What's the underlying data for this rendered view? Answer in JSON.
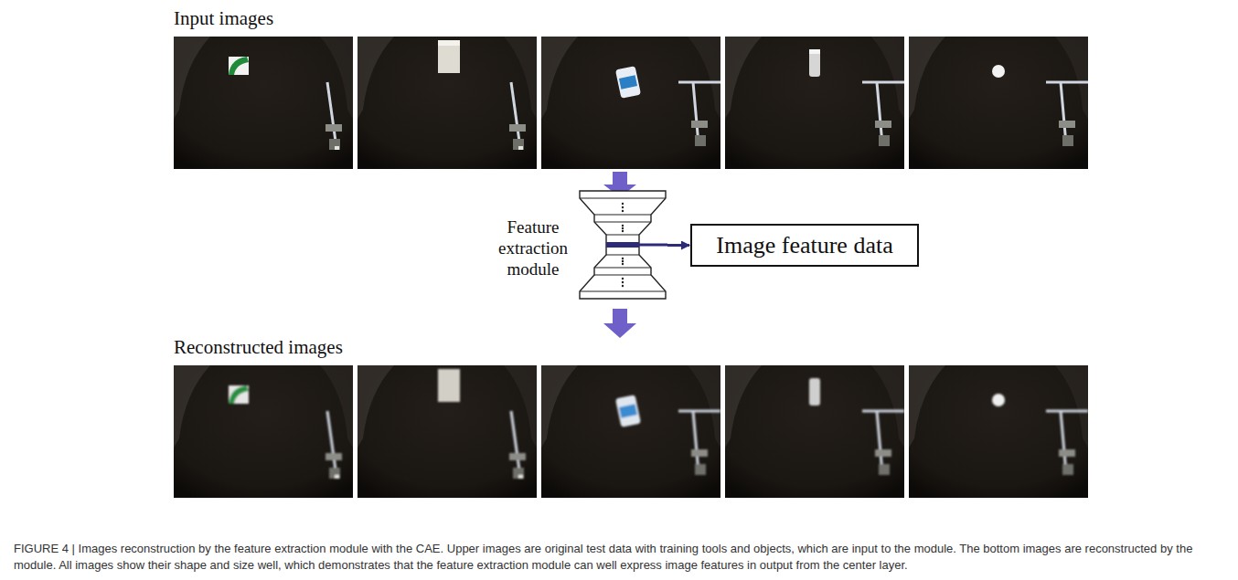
{
  "diagram": {
    "caption": "FIGURE 4 | Images reconstruction by the feature extraction module with the CAE. Upper images are original test data with training tools and objects, which are input to the module. The bottom images are reconstructed by the module. All images show their shape and size well, which demonstrates that the feature extraction module can well express image features in output from the center layer.",
    "nodes": [
      {
        "text": [
          "Feature extraction module"
        ]
      },
      {
        "text": [
          "Image feature data"
        ]
      }
    ],
    "edges": [
      {
        "from": 0,
        "to": 1,
        "arrow": "to"
      }
    ],
    "labels": [
      "Input images",
      "Reconstructed images"
    ]
  }
}
